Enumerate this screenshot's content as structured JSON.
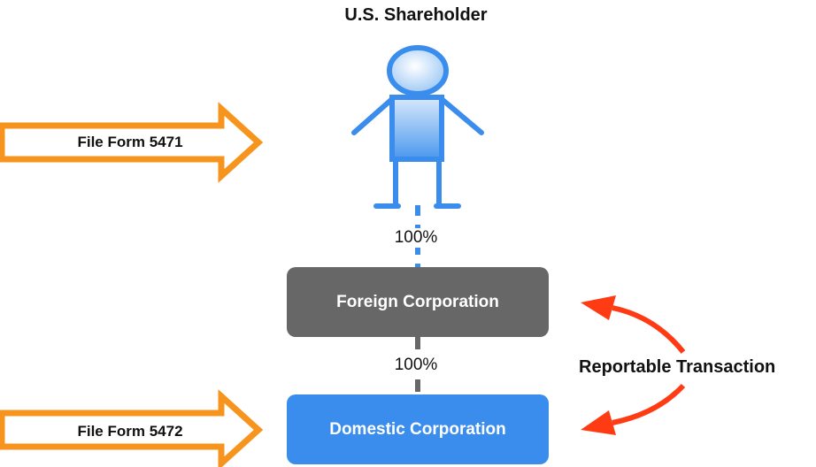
{
  "diagram": {
    "title": "U.S. Shareholder",
    "ownership_top": "100%",
    "ownership_bottom": "100%",
    "foreign_corp": "Foreign Corporation",
    "domestic_corp": "Domestic Corporation",
    "form_5471": "File Form 5471",
    "form_5472": "File Form 5472",
    "reportable": "Reportable Transaction"
  },
  "colors": {
    "person_blue": "#3b8ded",
    "foreign_gray": "#676767",
    "domestic_blue": "#3b8ded",
    "arrow_orange": "#f7941d",
    "transaction_red": "#ff3b14"
  }
}
